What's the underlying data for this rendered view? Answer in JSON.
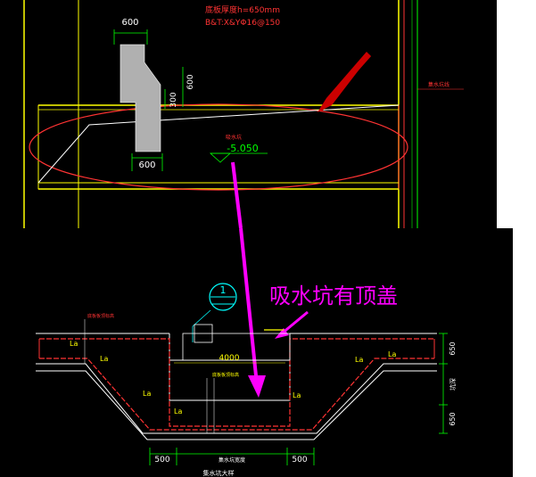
{
  "top_plan": {
    "note_line1": "底板厚度h=650mm",
    "note_line2": "B&T:X&YΦ16@150",
    "dim_top_width": "600",
    "dim_right_height": "600",
    "dim_inner_height": "300",
    "dim_bottom_width": "600",
    "pit_label": "吸水坑",
    "elevation": "-5.050",
    "right_label": "集水坑线"
  },
  "section": {
    "callout_number": "1",
    "annotation_text": "吸水坑有顶盖",
    "label_top_left": "底板板顶标高",
    "label_mid": "底板板顶标高",
    "dim_width": "4000",
    "la_label": "La",
    "dim_right_top": "650",
    "dim_right_mid": "坑深",
    "dim_right_bot": "650",
    "dim_bottom_left": "500",
    "dim_bottom_mid": "集水坑宽度",
    "dim_bottom_right": "500",
    "caption": "集水坑大样"
  },
  "colors": {
    "background": "#000000",
    "concrete_outline": "#ff3333",
    "dimension": "#00ff00",
    "text_yellow": "#ffff00",
    "text_white": "#ffffff",
    "callout_cyan": "#00ffff",
    "annotation_magenta": "#ff00ff",
    "arrow_red": "#cc0000"
  }
}
